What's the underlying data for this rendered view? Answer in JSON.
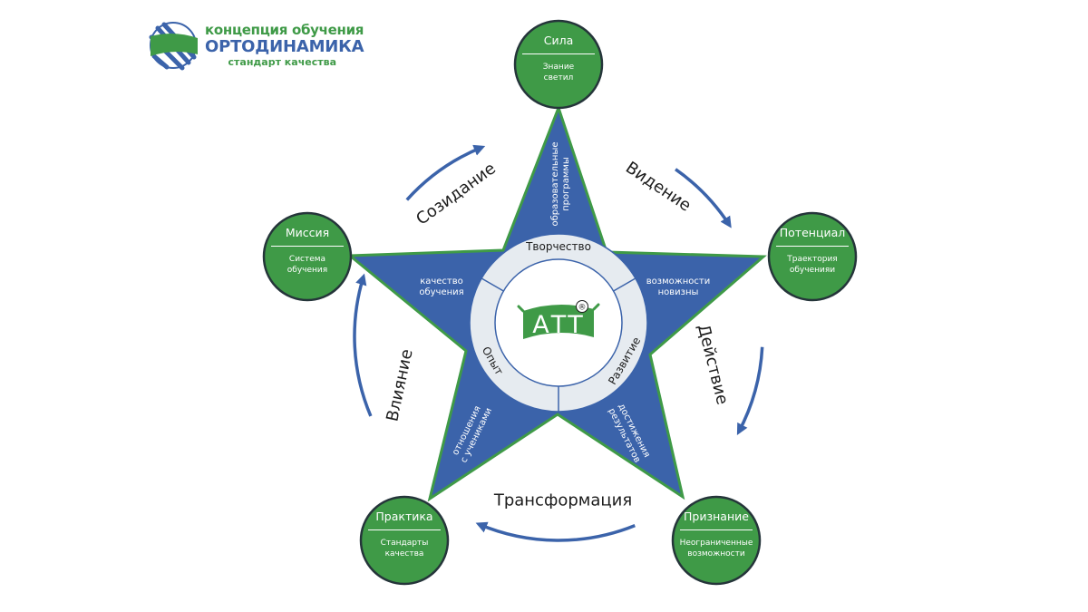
{
  "logo": {
    "line1": "концепция обучения",
    "line2": "ОРТОДИНАМИКА",
    "line3": "стандарт качества"
  },
  "colors": {
    "star_fill": "#3b63aa",
    "star_outline": "#3f9a47",
    "node_fill": "#3f9a47",
    "node_stroke": "#25353a",
    "ring_fill": "#e6ebf0",
    "ring_stroke": "#3b63aa",
    "center_fill": "#ffffff",
    "arrow": "#3b63aa",
    "text_dark": "#1c1c1c"
  },
  "nodes": [
    {
      "id": "sila",
      "title": "Сила",
      "sub_lines": [
        "Знание",
        "светил"
      ]
    },
    {
      "id": "potencial",
      "title": "Потенциал",
      "sub_lines": [
        "Траектория",
        "обученияи"
      ]
    },
    {
      "id": "priznanie",
      "title": "Признание",
      "sub_lines": [
        "Неограниченные",
        "возможности"
      ]
    },
    {
      "id": "praktika",
      "title": "Практика",
      "sub_lines": [
        "Стандарты",
        "качества"
      ]
    },
    {
      "id": "missiya",
      "title": "Миссия",
      "sub_lines": [
        "Система",
        "обучения"
      ]
    }
  ],
  "arm_labels": [
    {
      "id": "top",
      "lines": [
        "образовательные",
        "программы"
      ]
    },
    {
      "id": "right",
      "lines": [
        "возможности",
        "новизны"
      ]
    },
    {
      "id": "bottom-right",
      "lines": [
        "достижения",
        "результатов"
      ]
    },
    {
      "id": "bottom-left",
      "lines": [
        "отношения",
        "с учениками"
      ]
    },
    {
      "id": "left",
      "lines": [
        "качество",
        "обучения"
      ]
    }
  ],
  "ring_labels": [
    "Творчество",
    "Развитие",
    "Опыт"
  ],
  "cycle_labels": [
    "Видение",
    "Действие",
    "Трансформация",
    "Влияние",
    "Созидание"
  ],
  "center_brand": {
    "text": "АТТ",
    "mark": "®"
  }
}
